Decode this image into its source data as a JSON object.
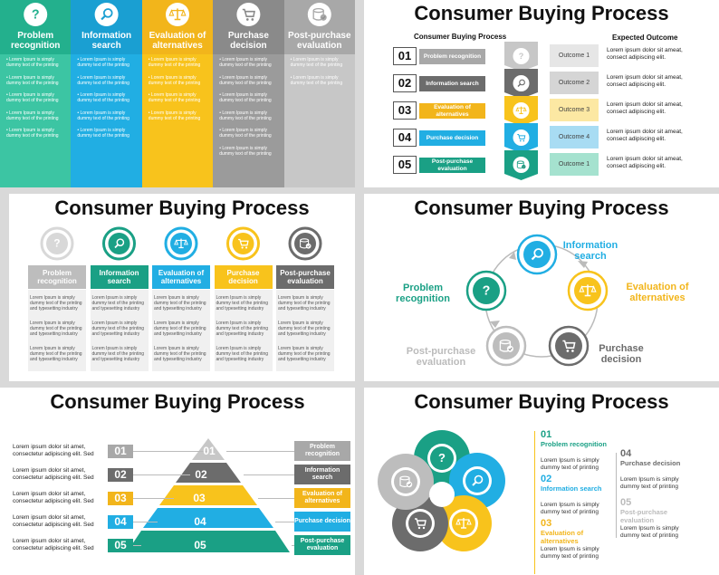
{
  "colors": {
    "teal": "#3cc5a3",
    "tealdark": "#1aa085",
    "blue": "#21aee3",
    "yellow": "#f8c31c",
    "gray": "#9b9b9b",
    "lightgray": "#c7c7c7",
    "dark": "#6c6c6c"
  },
  "title": "Consumer Buying Process",
  "steps": [
    "Problem recognition",
    "Information search",
    "Evaluation of alternatives",
    "Purchase decision",
    "Post-purchase evaluation"
  ],
  "bullet": "Lorem Ipsum is simply dummy text of the printing",
  "slide2": {
    "col1": "Consumer Buying Process",
    "col2": "Expected Outcome",
    "rows": [
      {
        "num": "01",
        "label": "Problem recognition",
        "outcome": "Outcome 1",
        "desc": "Lorem ipsum dolor sit ameat, consect adipiscing elit."
      },
      {
        "num": "02",
        "label": "Information search",
        "outcome": "Outcome 2",
        "desc": "Lorem ipsum dolor sit ameat, consect adipiscing elit."
      },
      {
        "num": "03",
        "label": "Evaluation of alternatives",
        "outcome": "Outcome 3",
        "desc": "Lorem ipsum dolor sit ameat, consect adipiscing elit."
      },
      {
        "num": "04",
        "label": "Purchase decision",
        "outcome": "Outcome 4",
        "desc": "Lorem ipsum dolor sit ameat, consect adipiscing elit."
      },
      {
        "num": "05",
        "label": "Post-purchase evaluation",
        "outcome": "Outcome 1",
        "desc": "Lorem ipsum dolor sit ameat, consect adipiscing elit."
      }
    ]
  },
  "slide3": {
    "text": "Lorem Ipsum is simply dummy text of the printing and typesetting industry"
  },
  "slide4": {
    "problem": "Problem recognition",
    "info": "Information search",
    "eval": "Evaluation of alternatives",
    "purchase": "Purchase decision",
    "post": "Post-purchase evaluation"
  },
  "slide5": {
    "left": "Lorem ipsum dolor sit amet, consectetur adipiscing elit. Sed",
    "nums": [
      "01",
      "02",
      "03",
      "04",
      "05"
    ],
    "right": [
      "Problem recognition",
      "Information search",
      "Evaluation of alternatives",
      "Purchase decision",
      "Post-purchase evaluation"
    ]
  },
  "slide6": {
    "items": [
      {
        "num": "01",
        "label": "Problem recognition",
        "text": "Lorem Ipsum is simply dummy text of printing"
      },
      {
        "num": "02",
        "label": "Information search",
        "text": "Lorem Ipsum is simply dummy text of printing"
      },
      {
        "num": "03",
        "label": "Evaluation of alternatives",
        "text": "Lorem Ipsum is simply dummy text of printing"
      },
      {
        "num": "04",
        "label": "Purchase decision",
        "text": "Lorem Ipsum is simply dummy text of printing"
      },
      {
        "num": "05",
        "label": "Post-purchase evaluation",
        "text": "Lorem Ipsum is simply dummy text of printing"
      }
    ]
  }
}
